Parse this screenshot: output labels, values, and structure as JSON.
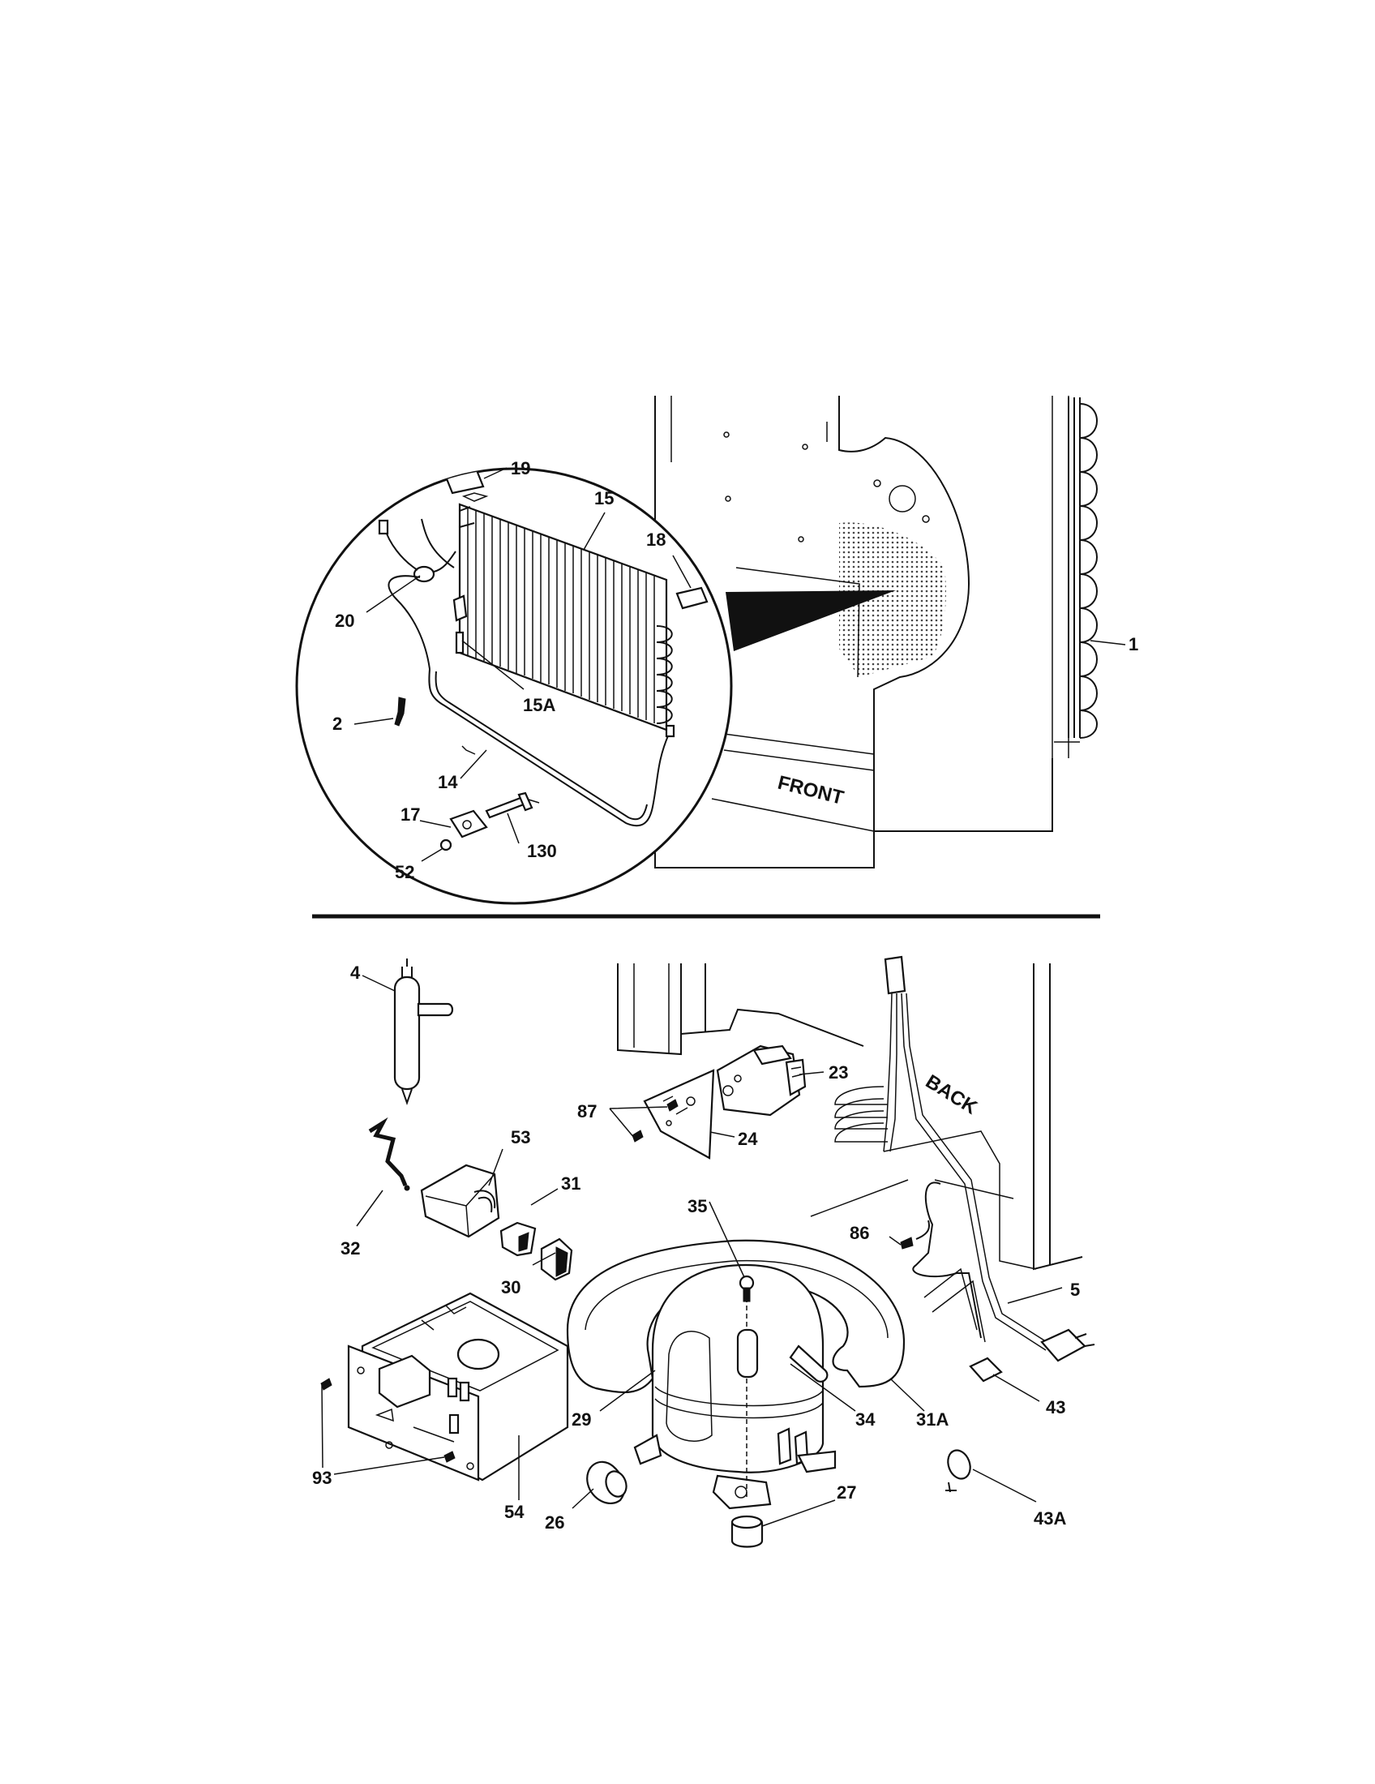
{
  "callouts": {
    "c1": "1",
    "c2": "2",
    "c14": "14",
    "c15": "15",
    "c15a": "15A",
    "c17": "17",
    "c18": "18",
    "c19": "19",
    "c20": "20",
    "c52": "52",
    "c130": "130",
    "c4": "4",
    "c5": "5",
    "c23": "23",
    "c24": "24",
    "c26": "26",
    "c27": "27",
    "c29": "29",
    "c30": "30",
    "c31": "31",
    "c31a": "31A",
    "c32": "32",
    "c34": "34",
    "c35": "35",
    "c43": "43",
    "c43a": "43A",
    "c53": "53",
    "c54": "54",
    "c86": "86",
    "c87": "87",
    "c93": "93"
  },
  "labels": {
    "front": "FRONT",
    "back": "BACK"
  }
}
